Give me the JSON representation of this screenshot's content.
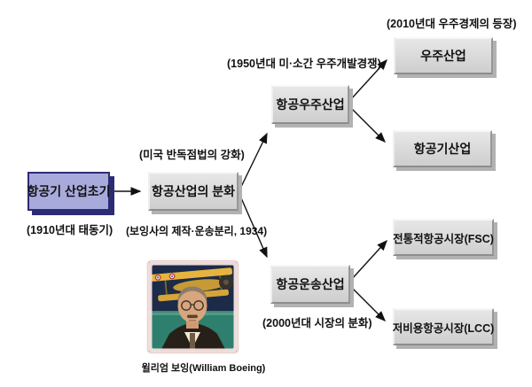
{
  "nodes": {
    "start": {
      "label": "항공기 산업초기"
    },
    "division": {
      "label": "항공산업의 분화"
    },
    "aerospace": {
      "label": "항공우주산업"
    },
    "transport": {
      "label": "항공운송산업"
    },
    "space": {
      "label": "우주산업"
    },
    "aircraft": {
      "label": "항공기산업"
    },
    "fsc": {
      "label": "전통적항공시장(FSC)"
    },
    "lcc": {
      "label": "저비용항공시장(LCC)"
    }
  },
  "notes": {
    "start_below": "(1910년대 태동기)",
    "division_above": "(미국 반독점법의 강화)",
    "division_below": "(보잉사의 제작·운송분리, 1934)",
    "aerospace_above": "(1950년대 미·소간 우주개발경쟁)",
    "space_above": "(2010년대 우주경제의 등장)",
    "transport_below": "(2000년대 시장의 분화)"
  },
  "portrait": {
    "caption": "윌리엄 보잉(William Boeing)",
    "image_name": "william-boeing-portrait-with-biplane"
  },
  "colors": {
    "background": "#ffffff",
    "start_fill": "#a9aadc",
    "start_border": "#2c2c74",
    "gray_node_fill": "#d9d9d9",
    "gray_node_shadow": "#b2b2b2",
    "arrow": "#111111"
  }
}
